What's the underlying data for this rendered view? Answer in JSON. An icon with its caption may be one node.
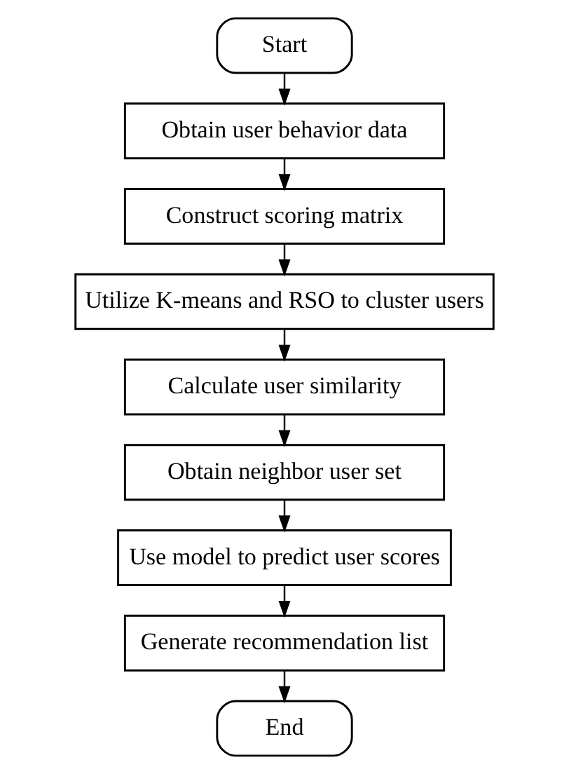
{
  "diagram": {
    "nodes": [
      {
        "text": [
          "Start"
        ]
      },
      {
        "text": [
          "Obtain user behavior data"
        ]
      },
      {
        "text": [
          "Construct scoring matrix"
        ]
      },
      {
        "text": [
          "Utilize K-means and RSO to cluster users"
        ]
      },
      {
        "text": [
          "Calculate user similarity"
        ]
      },
      {
        "text": [
          "Obtain neighbor user set"
        ]
      },
      {
        "text": [
          "Use model to predict user scores"
        ]
      },
      {
        "text": [
          "Generate recommendation list"
        ]
      },
      {
        "text": [
          "End"
        ]
      }
    ],
    "edges": [
      {
        "from": 0,
        "to": 1,
        "arrow": "to"
      },
      {
        "from": 1,
        "to": 2,
        "arrow": "to"
      },
      {
        "from": 2,
        "to": 3,
        "arrow": "to"
      },
      {
        "from": 3,
        "to": 4,
        "arrow": "to"
      },
      {
        "from": 4,
        "to": 5,
        "arrow": "to"
      },
      {
        "from": 5,
        "to": 6,
        "arrow": "to"
      },
      {
        "from": 6,
        "to": 7,
        "arrow": "to"
      },
      {
        "from": 7,
        "to": 8,
        "arrow": "to"
      }
    ]
  }
}
